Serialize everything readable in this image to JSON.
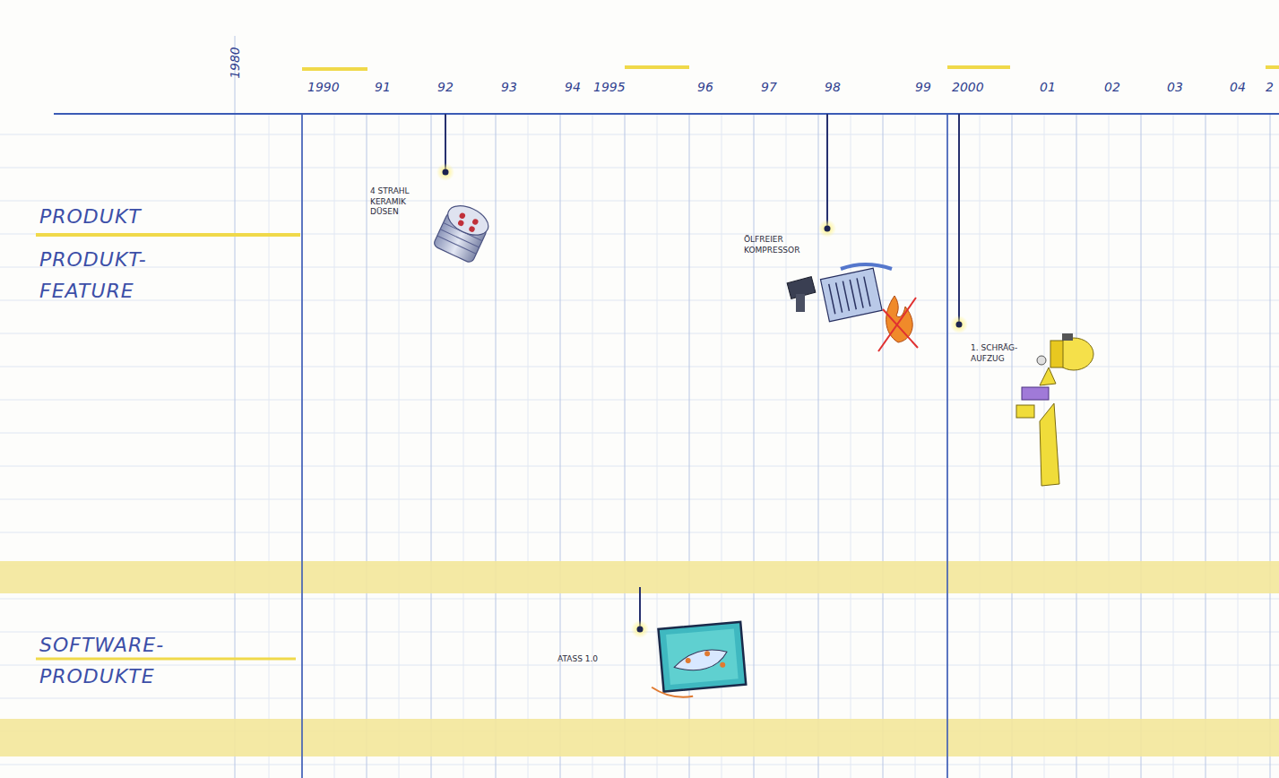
{
  "diagram": {
    "labels": [
      "1980",
      "1990",
      "91",
      "92",
      "93",
      "94",
      "1995",
      "96",
      "97",
      "98",
      "99",
      "2000",
      "01",
      "02",
      "03",
      "04",
      "2",
      "PRODUKT",
      "PRODUKT- FEATURE",
      "4 STRAHL KERAMIK DÜSEN",
      "ÖLFREIER KOMPRESSOR",
      "1. SCHRÄG- AUFZUG",
      "SOFTWARE- PRODUKTE",
      "ATASS 1.0"
    ]
  }
}
